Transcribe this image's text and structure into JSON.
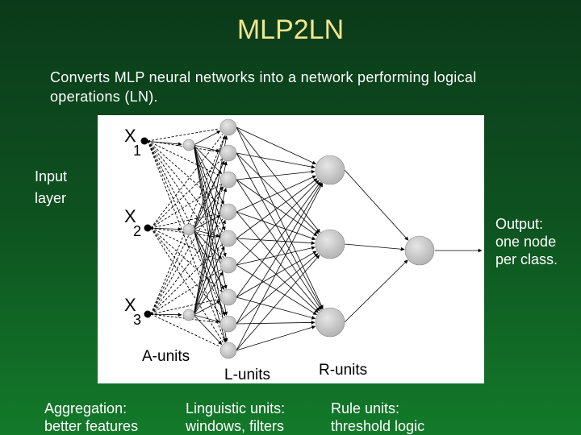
{
  "slide": {
    "title": "MLP2LN",
    "subtitle": "Converts MLP neural networks into a network performing logical operations (LN).",
    "input_label": [
      "Input",
      "layer"
    ],
    "output_label": [
      "Output:",
      "one node",
      "per class."
    ]
  },
  "diagram": {
    "inputs": [
      {
        "letter": "X",
        "sub": "1"
      },
      {
        "letter": "X",
        "sub": "2"
      },
      {
        "letter": "X",
        "sub": "3"
      }
    ],
    "a_units_label": "A-units",
    "l_units_label": "L-units",
    "r_units_label": "R-units"
  },
  "captions": {
    "aggregation": [
      "Aggregation:",
      "better features"
    ],
    "linguistic": [
      "Linguistic units:",
      "windows, filters"
    ],
    "rule": [
      "Rule units:",
      "threshold logic"
    ]
  }
}
